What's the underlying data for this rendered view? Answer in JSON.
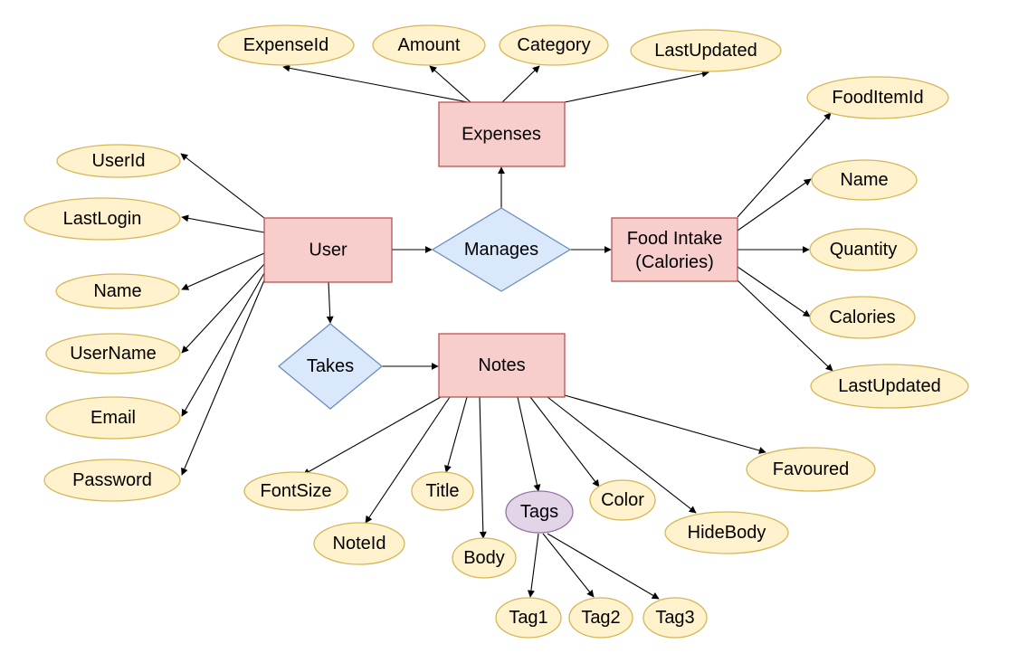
{
  "diagram": {
    "type": "er-diagram",
    "entities": {
      "user": "User",
      "expenses": "Expenses",
      "food_intake": [
        "Food Intake",
        "(Calories)"
      ],
      "notes": "Notes"
    },
    "relationships": {
      "manages": "Manages",
      "takes": "Takes"
    },
    "attributes": {
      "user": [
        "UserId",
        "LastLogin",
        "Name",
        "UserName",
        "Email",
        "Password"
      ],
      "expenses": [
        "ExpenseId",
        "Amount",
        "Category",
        "LastUpdated"
      ],
      "food_intake": [
        "FoodItemId",
        "Name",
        "Quantity",
        "Calories",
        "LastUpdated"
      ],
      "notes": [
        "FontSize",
        "NoteId",
        "Title",
        "Body",
        "Tags",
        "Color",
        "HideBody",
        "Favoured"
      ],
      "tags": [
        "Tag1",
        "Tag2",
        "Tag3"
      ]
    },
    "colors": {
      "entity_fill": "#f8cecc",
      "entity_stroke": "#b85450",
      "relationship_fill": "#dae8fc",
      "relationship_stroke": "#6c8ebf",
      "attribute_fill": "#fff2cc",
      "attribute_stroke": "#d6b656",
      "multivalued_fill": "#e1d5e7",
      "multivalued_stroke": "#9673a6"
    }
  }
}
